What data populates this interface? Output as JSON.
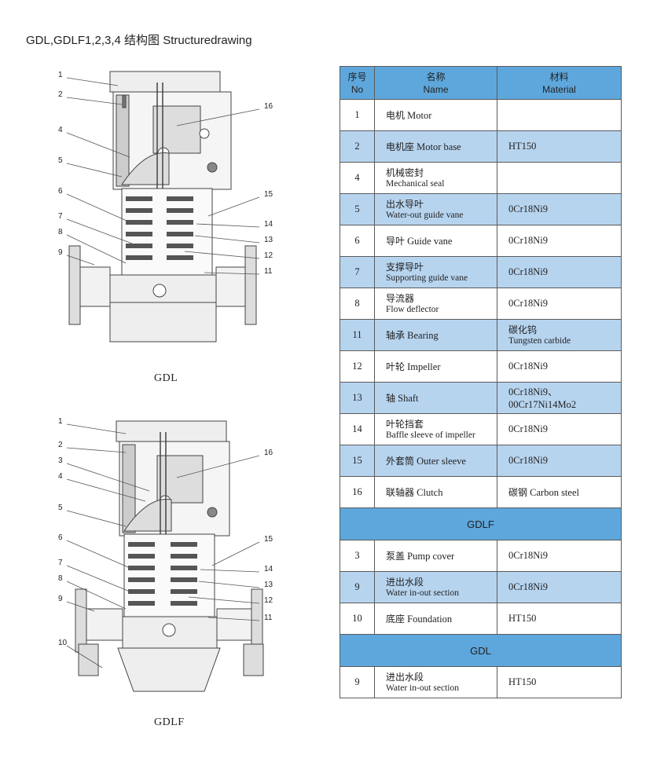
{
  "title": "GDL,GDLF1,2,3,4 结构图 Structuredrawing",
  "drawings": [
    {
      "caption": "GDL",
      "callouts_left": [
        "1",
        "2",
        "4",
        "5",
        "6",
        "7",
        "8",
        "9"
      ],
      "callouts_right": [
        "16",
        "15",
        "14",
        "13",
        "12",
        "11"
      ]
    },
    {
      "caption": "GDLF",
      "callouts_left": [
        "1",
        "2",
        "3",
        "4",
        "5",
        "6",
        "7",
        "8",
        "9",
        "10"
      ],
      "callouts_right": [
        "16",
        "15",
        "14",
        "13",
        "12",
        "11"
      ]
    }
  ],
  "table": {
    "headers": [
      {
        "cn": "序号",
        "en": "No"
      },
      {
        "cn": "名称",
        "en": "Name"
      },
      {
        "cn": "材料",
        "en": "Material"
      }
    ],
    "rows": [
      {
        "no": "1",
        "name_cn": "电机",
        "name_en": "Motor",
        "material": ""
      },
      {
        "no": "2",
        "name_cn": "电机座",
        "name_en": "Motor base",
        "material": "HT150"
      },
      {
        "no": "4",
        "name_cn": "机械密封",
        "name_en": "Mechanical seal",
        "material": ""
      },
      {
        "no": "5",
        "name_cn": "出水导叶",
        "name_en": "Water-out guide vane",
        "material": "0Cr18Ni9"
      },
      {
        "no": "6",
        "name_cn": "导叶",
        "name_en": "Guide vane",
        "material": "0Cr18Ni9"
      },
      {
        "no": "7",
        "name_cn": "支撑导叶",
        "name_en": "Supporting guide vane",
        "material": "0Cr18Ni9"
      },
      {
        "no": "8",
        "name_cn": "导流器",
        "name_en": "Flow deflector",
        "material": "0Cr18Ni9"
      },
      {
        "no": "11",
        "name_cn": "轴承",
        "name_en": "Bearing",
        "material_cn": "碳化钨",
        "material": "Tungsten carbide"
      },
      {
        "no": "12",
        "name_cn": "叶轮",
        "name_en": "Impeller",
        "material": "0Cr18Ni9"
      },
      {
        "no": "13",
        "name_cn": "轴",
        "name_en": "Shaft",
        "material": "0Cr18Ni9、",
        "material2": "00Cr17Ni14Mo2"
      },
      {
        "no": "14",
        "name_cn": "叶轮挡套",
        "name_en": "Baffle sleeve of impeller",
        "material": "0Cr18Ni9"
      },
      {
        "no": "15",
        "name_cn": "外套筒",
        "name_en": "Outer sleeve",
        "material": "0Cr18Ni9"
      },
      {
        "no": "16",
        "name_cn": "联轴器",
        "name_en": "Clutch",
        "material_cn": "碳钢",
        "material": "Carbon steel"
      }
    ],
    "section_gdlf": "GDLF",
    "rows_gdlf": [
      {
        "no": "3",
        "name_cn": "泵盖",
        "name_en": "Pump cover",
        "material": "0Cr18Ni9"
      },
      {
        "no": "9",
        "name_cn": "进出水段",
        "name_en": "Water in-out section",
        "material": "0Cr18Ni9"
      },
      {
        "no": "10",
        "name_cn": "底座",
        "name_en": "Foundation",
        "material": "HT150"
      }
    ],
    "section_gdl": "GDL",
    "rows_gdl": [
      {
        "no": "9",
        "name_cn": "进出水段",
        "name_en": "Water in-out section",
        "material": "HT150"
      }
    ]
  }
}
